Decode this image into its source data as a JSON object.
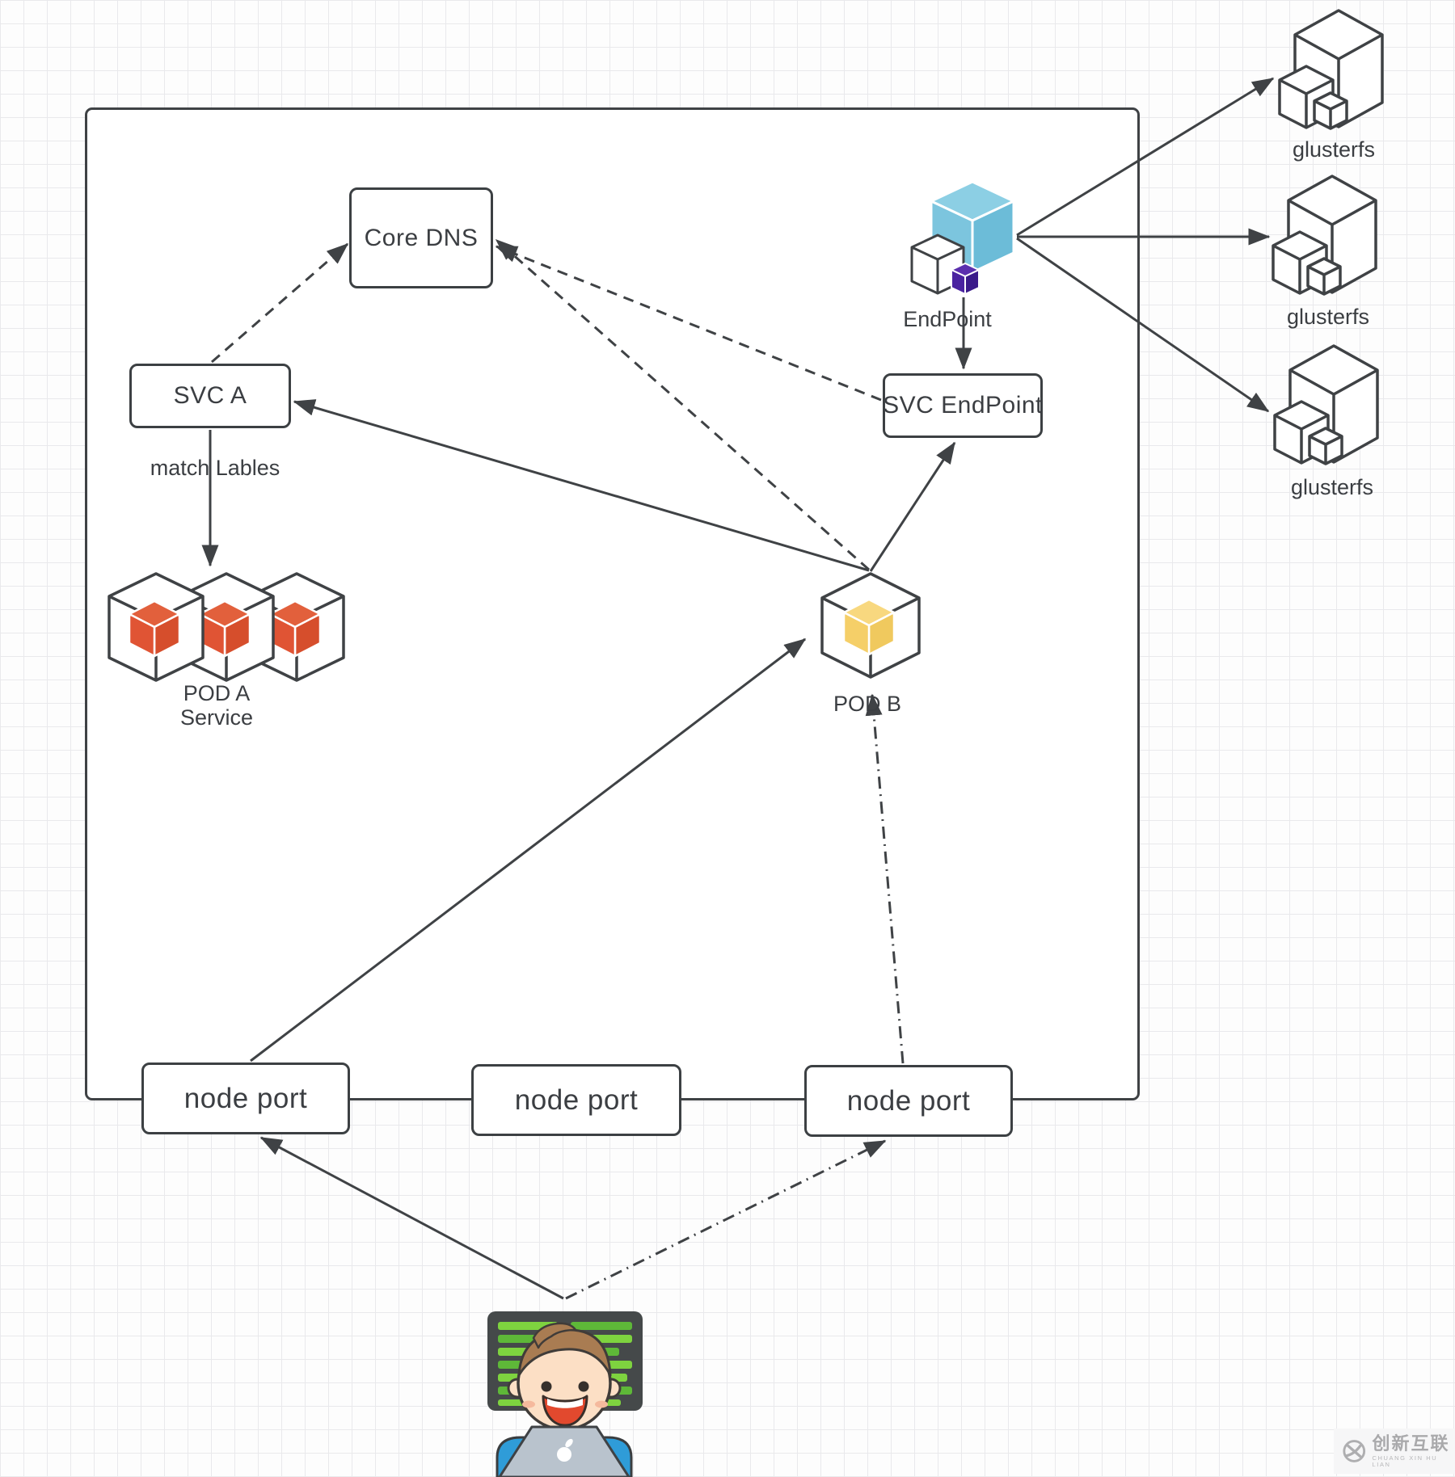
{
  "diagram": {
    "boxes": {
      "core_dns": "Core DNS",
      "svc_a": "SVC A",
      "svc_endpoint": "SVC EndPoint",
      "node_port_1": "node port",
      "node_port_2": "node port",
      "node_port_3": "node port"
    },
    "labels": {
      "match_lables": "match Lables",
      "pod_a_line1": "POD A",
      "pod_a_line2": "Service",
      "pod_b": "POD B",
      "endpoint": "EndPoint",
      "glusterfs_1": "glusterfs",
      "glusterfs_2": "glusterfs",
      "glusterfs_3": "glusterfs"
    },
    "icons": [
      "pod-a-cubes-icon",
      "pod-b-cube-icon",
      "endpoint-cube-icon",
      "glusterfs-cubes-icon",
      "developer-at-laptop-icon"
    ],
    "colors": {
      "line": "#3f4245",
      "pod_a_cube": "#e05434",
      "pod_b_cube": "#f5cf68",
      "endpoint_cube_blue": "#74c0db",
      "endpoint_cube_purple": "#45209c",
      "screen_green": "#7ed33f",
      "shirt_blue": "#2f9cd8"
    }
  },
  "watermark": {
    "name": "创新互联",
    "subtitle": "CHUANG XIN HU LIAN"
  }
}
